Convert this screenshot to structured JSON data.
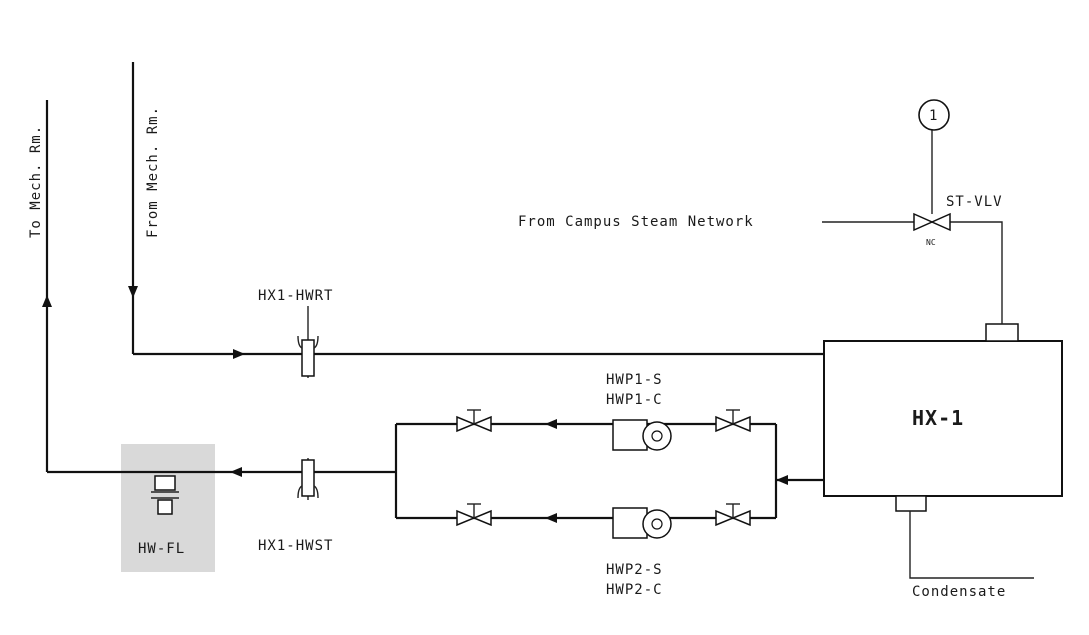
{
  "labels": {
    "to_mech": "To Mech. Rm.",
    "from_mech": "From Mech. Rm.",
    "from_steam": "From Campus Steam Network",
    "st_vlv": "ST-VLV",
    "nc": "NC",
    "bubble": "1",
    "hx1_hwrt": "HX1-HWRT",
    "hx1_hwst": "HX1-HWST",
    "hwp1_s": "HWP1-S",
    "hwp1_c": "HWP1-C",
    "hwp2_s": "HWP2-S",
    "hwp2_c": "HWP2-C",
    "hx1": "HX-1",
    "hw_fl": "HW-FL",
    "condensate": "Condensate"
  },
  "colors": {
    "line": "#111111",
    "highlight": "#d9d9d9"
  }
}
